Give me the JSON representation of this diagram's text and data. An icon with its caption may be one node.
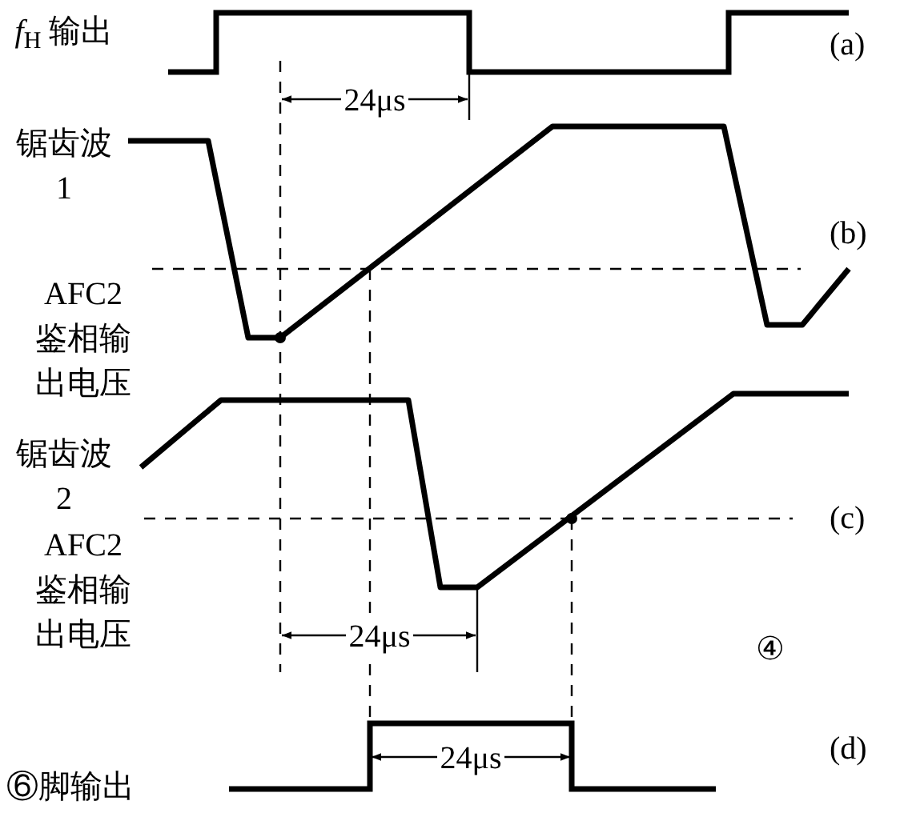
{
  "diagram": {
    "labels": [
      "*f*$_{H}$ 输出",
      "锯齿波 1",
      "AFC2 鉴相输出电压",
      "锯齿波 2",
      "AFC2 鉴相输出电压",
      "⑥脚输出",
      "24μs",
      "24μs",
      "24μs",
      "(a)",
      "(b)",
      "(c)",
      "(d)",
      "④"
    ]
  }
}
